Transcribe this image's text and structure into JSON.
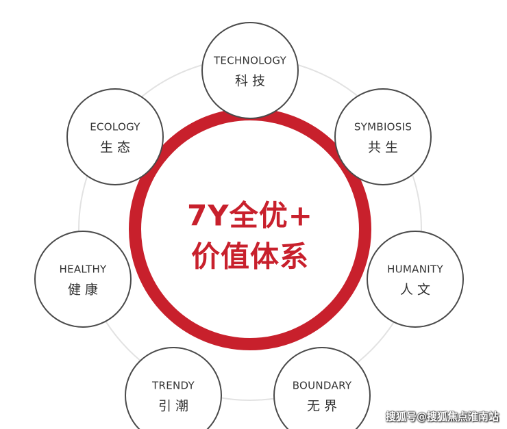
{
  "colors": {
    "accent_red": "#c8202c",
    "text_dark": "#333333",
    "outer_ring": "#e2e2e2",
    "node_border": "#4a4a4a",
    "background": "#ffffff"
  },
  "center": {
    "line1": "7Y全优+",
    "line2": "价值体系"
  },
  "nodes": [
    {
      "en": "TECHNOLOGY",
      "zh": "科技"
    },
    {
      "en": "SYMBIOSIS",
      "zh": "共生"
    },
    {
      "en": "HUMANITY",
      "zh": "人文"
    },
    {
      "en": "BOUNDARY",
      "zh": "无界"
    },
    {
      "en": "TRENDY",
      "zh": "引潮"
    },
    {
      "en": "HEALTHY",
      "zh": "健康"
    },
    {
      "en": "ECOLOGY",
      "zh": "生态"
    }
  ],
  "watermark": "搜狐号@搜狐焦点淮南站"
}
